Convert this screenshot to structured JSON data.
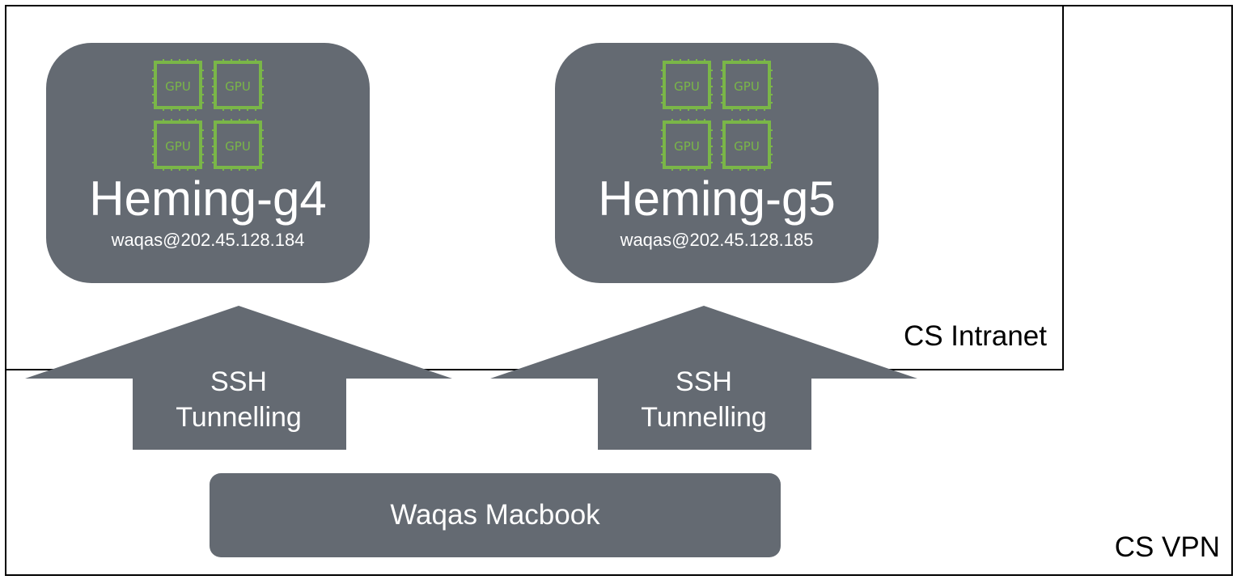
{
  "regions": {
    "intranet_label": "CS Intranet",
    "vpn_label": "CS VPN"
  },
  "gpu_chip_label": "GPU",
  "servers": [
    {
      "name": "Heming-g4",
      "address": "waqas@202.45.128.184"
    },
    {
      "name": "Heming-g5",
      "address": "waqas@202.45.128.185"
    }
  ],
  "tunnels": [
    {
      "line1": "SSH",
      "line2": "Tunnelling"
    },
    {
      "line1": "SSH",
      "line2": "Tunnelling"
    }
  ],
  "client": {
    "label": "Waqas Macbook"
  },
  "colors": {
    "node_fill": "#646a72",
    "gpu_green": "#7ab648",
    "text_on_node": "#ffffff",
    "border": "#000000"
  }
}
